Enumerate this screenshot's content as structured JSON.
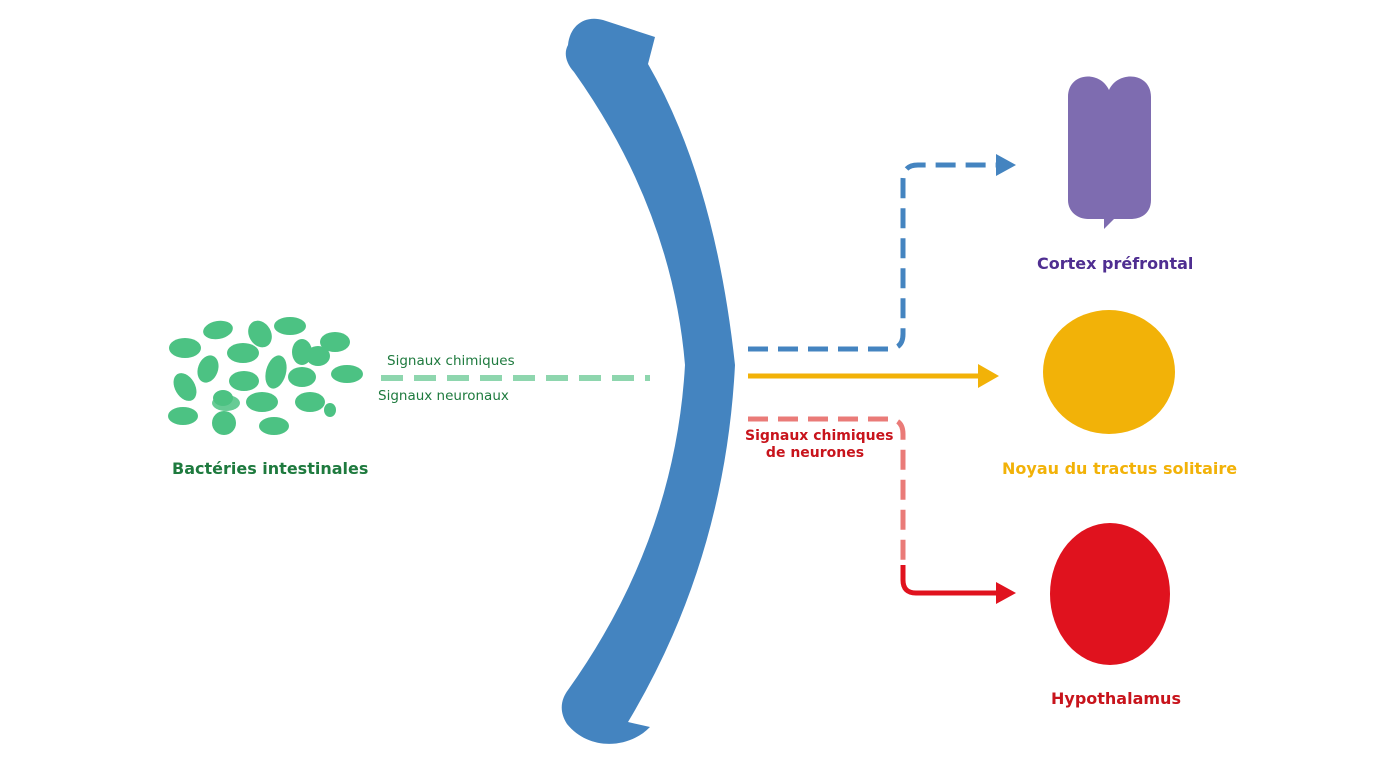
{
  "labels": {
    "bacteria": "Bactéries intestinales",
    "signal_chemical": "Signaux chimiques",
    "signal_neuronal": "Signaux neuronaux",
    "chem_neuron_line1": "Signaux chimiques",
    "chem_neuron_line2": "de neurones",
    "cortex": "Cortex préfrontal",
    "nucleus": "Noyau du tractus solitaire",
    "hypothalamus": "Hypothalamus"
  },
  "colors": {
    "bacteria_green": "#4cc283",
    "bacteria_label": "#1e7a3e",
    "signal_green": "#8ed6ae",
    "barrier_blue": "#4484c0",
    "cortex_purple": "#7e6cb0",
    "cortex_label": "#4f2e91",
    "nucleus_yellow": "#f2b208",
    "hypothalamus_red": "#e0121e",
    "chem_neuron_dash": "#ea7b78",
    "chem_neuron_label": "#c8141c"
  },
  "icons": {
    "barrier": "curved-barrier",
    "cortex": "brain-lobes-icon",
    "nucleus": "circle",
    "hypothalamus": "oval",
    "bacteria": "bacteria-cluster"
  }
}
